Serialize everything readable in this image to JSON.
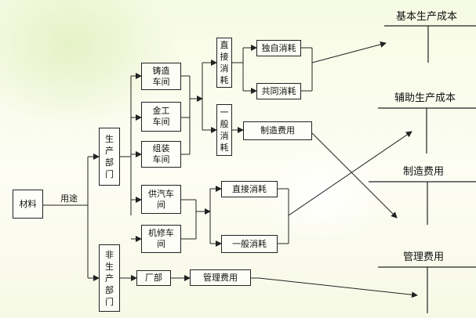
{
  "nodes": {
    "material": "材料",
    "usage": "用途",
    "production_dept": "生产部门",
    "non_production_dept": "非生产部门",
    "casting_workshop": "铸造车间",
    "metalwork_workshop": "金工车间",
    "assembly_workshop": "组装车间",
    "steam_workshop": "供汽车间",
    "repair_workshop": "机修车间",
    "direct_consumption_1": "直接消耗",
    "general_consumption_1": "一般消耗",
    "sole_consumption": "独自消耗",
    "shared_consumption": "共同消耗",
    "manufacturing_expense_box": "制造费用",
    "direct_consumption_2": "直接消耗",
    "general_consumption_2": "一般消耗",
    "factory_office": "厂部",
    "admin_expense_box": "管理费用"
  },
  "accounts": {
    "basic_production_cost": "基本生产成本",
    "auxiliary_production_cost": "辅助生产成本",
    "manufacturing_expense": "制造费用",
    "admin_expense": "管理费用"
  }
}
